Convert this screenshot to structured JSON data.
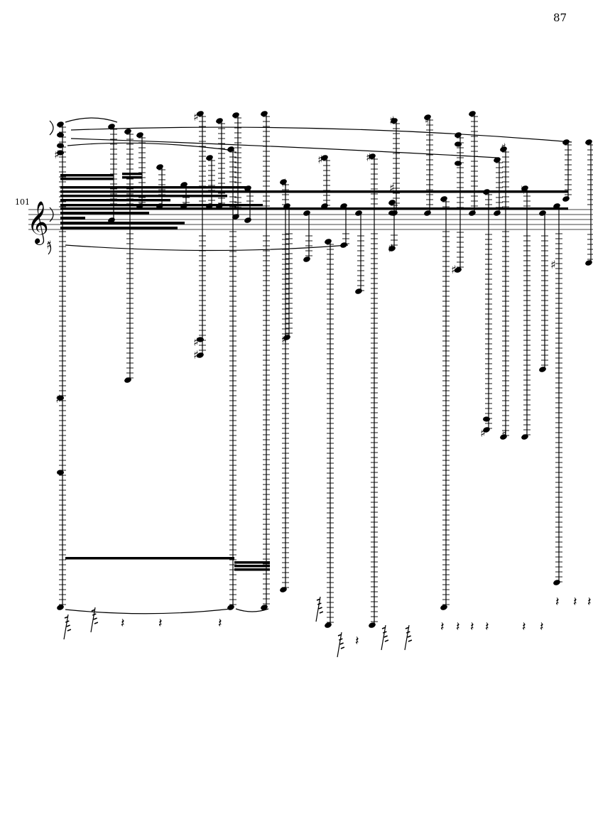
{
  "page": {
    "number": "87"
  },
  "score": {
    "measure_number": "101",
    "clef": "treble",
    "ink_color": "#000000"
  }
}
